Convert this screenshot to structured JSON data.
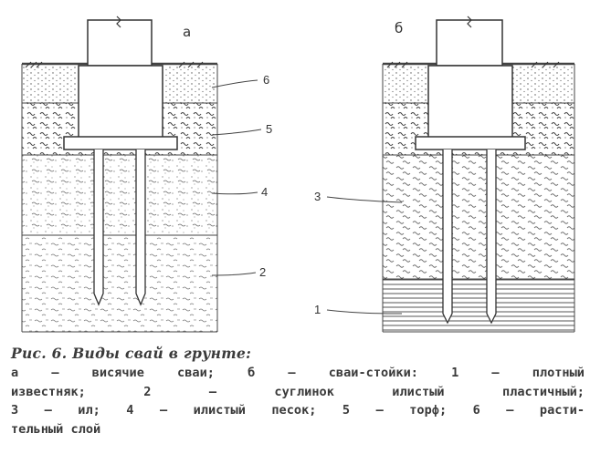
{
  "figure": {
    "panel_a_letter": "а",
    "panel_b_letter": "б",
    "labels_a": [
      "6",
      "5",
      "4",
      "2"
    ],
    "labels_b": [
      "3",
      "1"
    ]
  },
  "caption": {
    "title": "Рис. 6. Виды свай в грунте:",
    "line1": "а — висячие сваи; б — сваи-стойки: 1 — плотный",
    "line2": "известняк; 2 — суглинок илистый пластичный;",
    "line3": "3 — ил; 4 — илистый песок; 5 — торф; 6 — расти-",
    "line4": "тельный слой"
  }
}
